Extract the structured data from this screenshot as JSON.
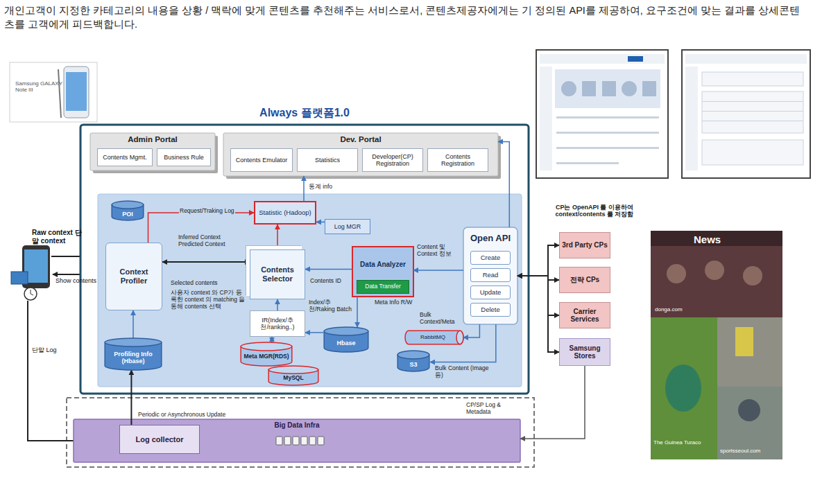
{
  "diagram": {
    "title": "개인고객이 지정한 카테고리의 내용을 상황 / 맥락에 맞게 콘텐츠를 추천해주는 서비스로서, 콘텐츠제공자에게는 기 정의된 API를 제공하여, 요구조건에 맞는 결과를 상세콘텐츠를 고객에게 피드백합니다.",
    "nodes": [
      {
        "text": [
          "Samsung GALAXY Note III"
        ]
      },
      {
        "text": [
          "Always 플랫폼1.0"
        ]
      },
      {
        "text": [
          "Admin Portal"
        ],
        "in": 1
      },
      {
        "text": [
          "Contents Mgmt."
        ],
        "in": 2
      },
      {
        "text": [
          "Business Rule"
        ],
        "in": 2
      },
      {
        "text": [
          "Dev. Portal"
        ],
        "in": 1
      },
      {
        "text": [
          "Contents Emulator"
        ],
        "in": 5
      },
      {
        "text": [
          "Statistics"
        ],
        "in": 5
      },
      {
        "text": [
          "Developer(CP) Registration"
        ],
        "in": 5
      },
      {
        "text": [
          "Contents Registration"
        ],
        "in": 5
      },
      {
        "text": [
          "POI"
        ],
        "in": 1
      },
      {
        "text": [
          "Statistic (Hadoop)"
        ],
        "in": 1
      },
      {
        "text": [
          "Log MGR"
        ],
        "in": 1
      },
      {
        "text": [
          "Context Profiler"
        ],
        "in": 1
      },
      {
        "text": [
          "Contents Selector"
        ],
        "in": 1
      },
      {
        "text": [
          "Data Analyzer"
        ],
        "in": 1
      },
      {
        "text": [
          "Data Transfer"
        ],
        "in": 15
      },
      {
        "text": [
          "Open API"
        ],
        "in": 1
      },
      {
        "text": [
          "Create"
        ],
        "in": 17
      },
      {
        "text": [
          "Read"
        ],
        "in": 17
      },
      {
        "text": [
          "Update"
        ],
        "in": 17
      },
      {
        "text": [
          "Delete"
        ],
        "in": 17
      },
      {
        "text": [
          "IR(Index/추천/ranking..)"
        ],
        "in": 1
      },
      {
        "text": [
          "Hbase"
        ],
        "in": 1
      },
      {
        "text": [
          "RabbitMQ"
        ],
        "in": 1
      },
      {
        "text": [
          "Profiling Info (Hbase)"
        ],
        "in": 1
      },
      {
        "text": [
          "Meta MGR(RDS)"
        ],
        "in": 1
      },
      {
        "text": [
          "MySQL"
        ],
        "in": 1
      },
      {
        "text": [
          "S3"
        ],
        "in": 1
      },
      {
        "text": [
          "3rd Party CPs"
        ]
      },
      {
        "text": [
          "전략 CPs"
        ]
      },
      {
        "text": [
          "Carrier Services"
        ]
      },
      {
        "text": [
          "Samsung Stores"
        ]
      },
      {
        "text": [
          "Big Data Infra"
        ]
      },
      {
        "text": [
          "Log collector"
        ],
        "in": 33
      }
    ],
    "edges": [
      {
        "from": 13,
        "to": 11,
        "arrow": "to",
        "label": "Request/Traking Log"
      },
      {
        "from": 14,
        "to": 11,
        "arrow": "to"
      },
      {
        "from": 11,
        "to": 5,
        "arrow": "to",
        "label": "통계 info"
      },
      {
        "from": 13,
        "to": 14,
        "arrow": "both",
        "label": "Inferred Context Predicted Context"
      },
      {
        "from": 25,
        "to": 13,
        "arrow": "to"
      },
      {
        "from": 12,
        "to": 11,
        "arrow": "to"
      },
      {
        "from": 15,
        "to": 14,
        "arrow": "to",
        "label": "Contents ID"
      },
      {
        "from": 17,
        "to": 15,
        "arrow": "to",
        "label": "Content 및 Context 정보"
      },
      {
        "from": 15,
        "to": 23,
        "arrow": "to",
        "label": "Index/추천/Raking Batch"
      },
      {
        "from": 17,
        "to": 24,
        "arrow": "to",
        "label": "Bulk Context/Meta"
      },
      {
        "from": 17,
        "to": 28,
        "arrow": "to",
        "label": "Bulk Content (Image 등)"
      },
      {
        "from": 22,
        "to": 14,
        "arrow": "to"
      },
      {
        "from": 22,
        "to": 26,
        "arrow": "both"
      },
      {
        "from": 23,
        "to": 22,
        "arrow": "to"
      },
      {
        "from": 17,
        "to": 29,
        "arrow": "both"
      },
      {
        "from": 17,
        "to": 30,
        "arrow": "both"
      },
      {
        "from": 17,
        "to": 31,
        "arrow": "both"
      },
      {
        "from": 17,
        "to": 32,
        "arrow": "both"
      },
      {
        "from": 34,
        "to": 25,
        "arrow": "to",
        "label": "Periodic or Asynchronous Update"
      },
      {
        "from": 32,
        "to": 33,
        "arrow": "to"
      },
      {
        "from": 17,
        "to": 5,
        "arrow": "to"
      }
    ],
    "labels": [
      "Raw context 단말 context",
      "Show contents",
      "단말 Log",
      "Selected contents",
      "사용자 context 와 CP가 등록한 context 의 matching 을 통해 contents 선택",
      "Meta Info R/W",
      "CP는 OpenAPI 를 이용하여 context/contents 를 저장함",
      "CP/SP Log & Metadata",
      "News",
      "donga.com",
      "The Guinea Turaco",
      "sportsseoul.com"
    ]
  }
}
